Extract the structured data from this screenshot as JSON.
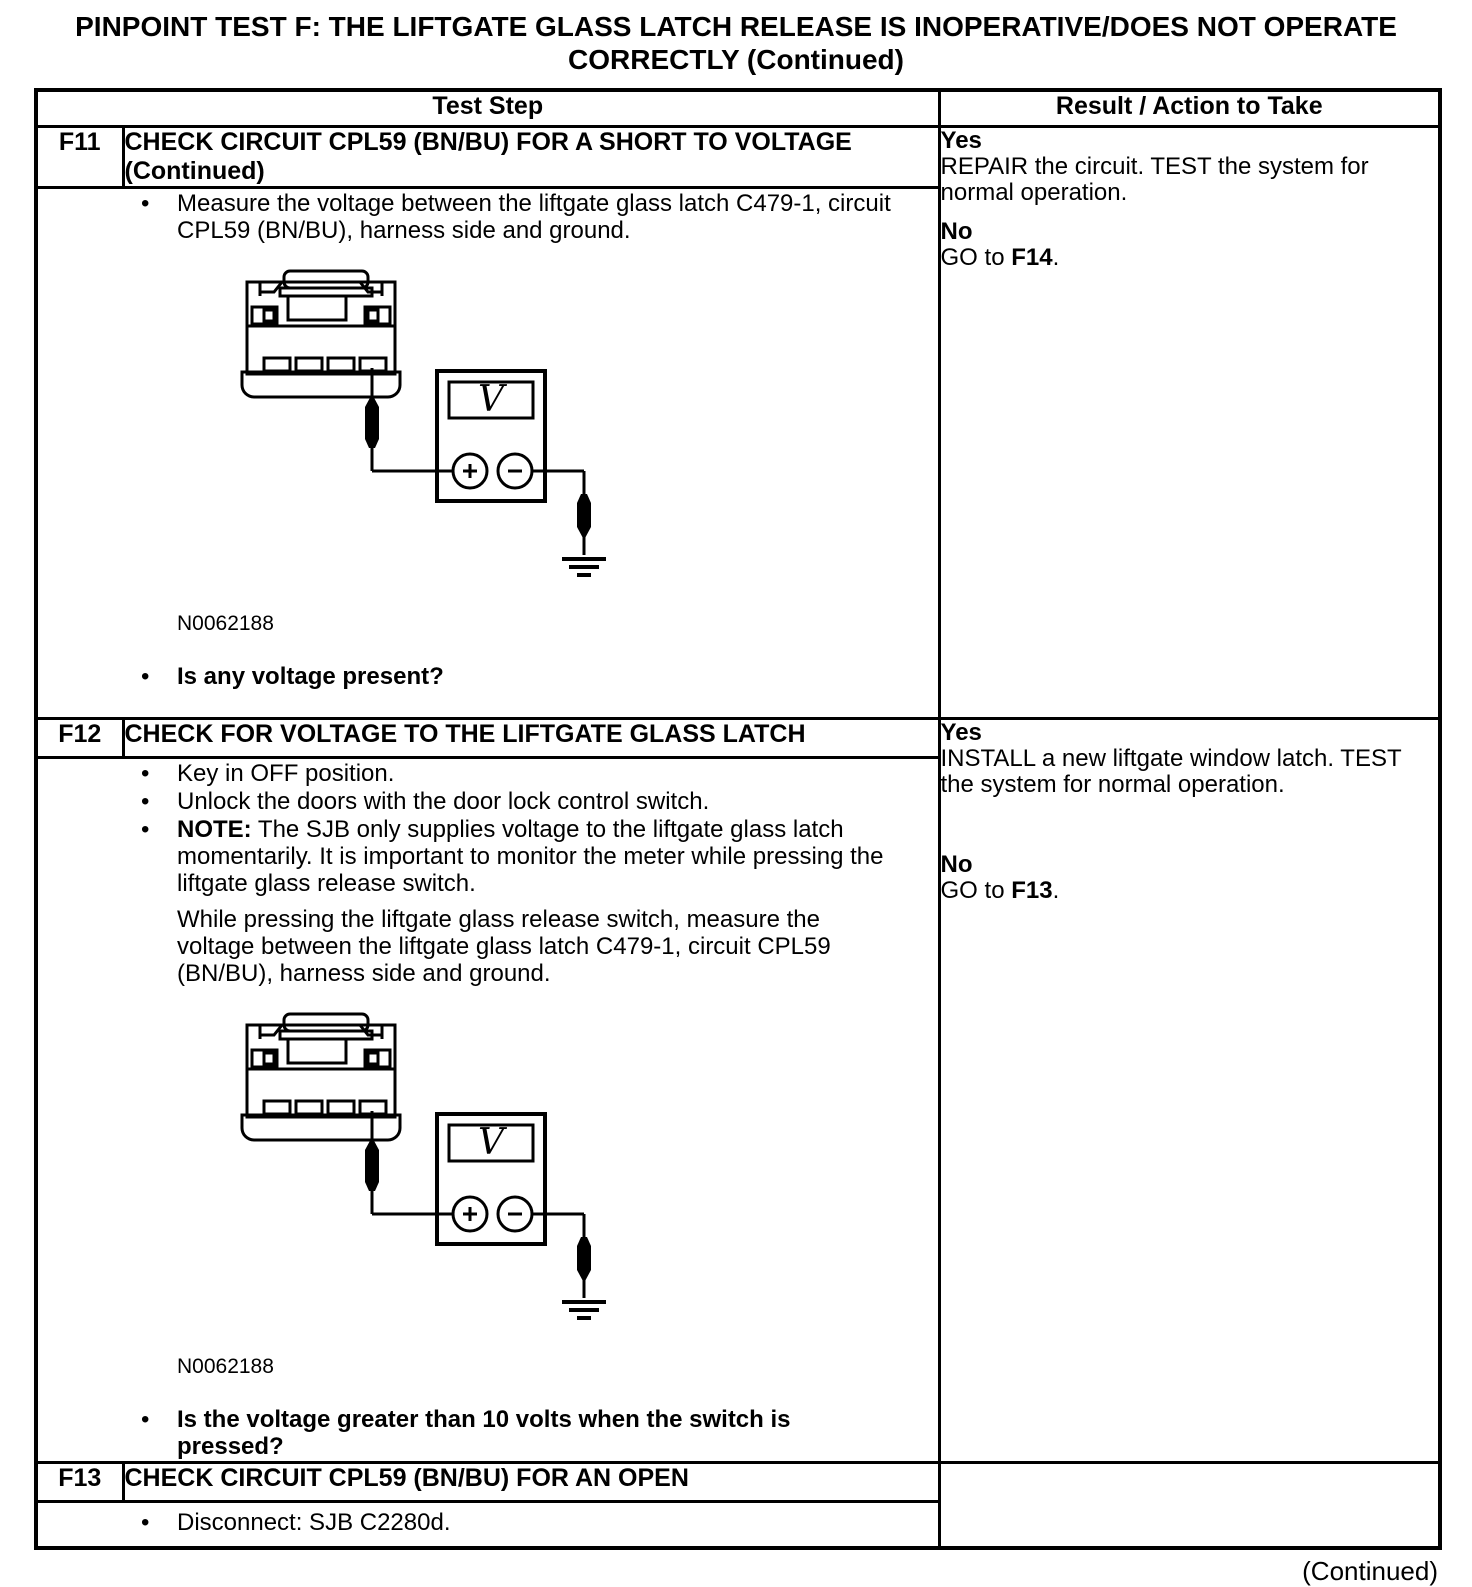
{
  "page": {
    "title": "PINPOINT TEST  F: THE LIFTGATE GLASS LATCH RELEASE IS INOPERATIVE/DOES NOT OPERATE CORRECTLY (Continued)",
    "continued": "(Continued)"
  },
  "glyphs": {
    "bullet": "•"
  },
  "diagram": {
    "label": "N0062188",
    "meter_label": "V"
  },
  "table": {
    "headers": {
      "test_step": "Test Step",
      "result": "Result / Action to Take"
    },
    "steps": [
      {
        "id": "F11",
        "title": "CHECK CIRCUIT CPL59 (BN/BU) FOR A SHORT TO VOLTAGE (Continued)",
        "bullets": [
          "Measure the voltage between the liftgate glass latch C479-1, circuit CPL59 (BN/BU), harness side and ground."
        ],
        "question": "Is any voltage present?",
        "result": {
          "yes_label": "Yes",
          "yes_action": "REPAIR the circuit. TEST the system for normal operation.",
          "no_label": "No",
          "no_prefix": "GO to ",
          "no_target": "F14",
          "no_suffix": "."
        }
      },
      {
        "id": "F12",
        "title": "CHECK FOR VOLTAGE TO THE LIFTGATE GLASS LATCH",
        "bullets": [
          "Key in OFF position.",
          "Unlock the doors with the door lock control switch."
        ],
        "note_label": "NOTE:",
        "note_text": " The SJB only supplies voltage to the liftgate glass latch momentarily. It is important to monitor the meter while pressing the liftgate glass release switch.",
        "paragraph": "While pressing the liftgate glass release switch, measure the voltage between the liftgate glass latch C479-1, circuit CPL59 (BN/BU), harness side and ground.",
        "question": "Is the voltage greater than 10 volts when the switch is pressed?",
        "result": {
          "yes_label": "Yes",
          "yes_action": "INSTALL a new liftgate window latch. TEST the system for normal operation.",
          "no_label": "No",
          "no_prefix": "GO to ",
          "no_target": "F13",
          "no_suffix": "."
        }
      },
      {
        "id": "F13",
        "title": "CHECK CIRCUIT CPL59 (BN/BU) FOR AN OPEN",
        "bullets": [
          "Disconnect: SJB C2280d."
        ]
      }
    ]
  }
}
